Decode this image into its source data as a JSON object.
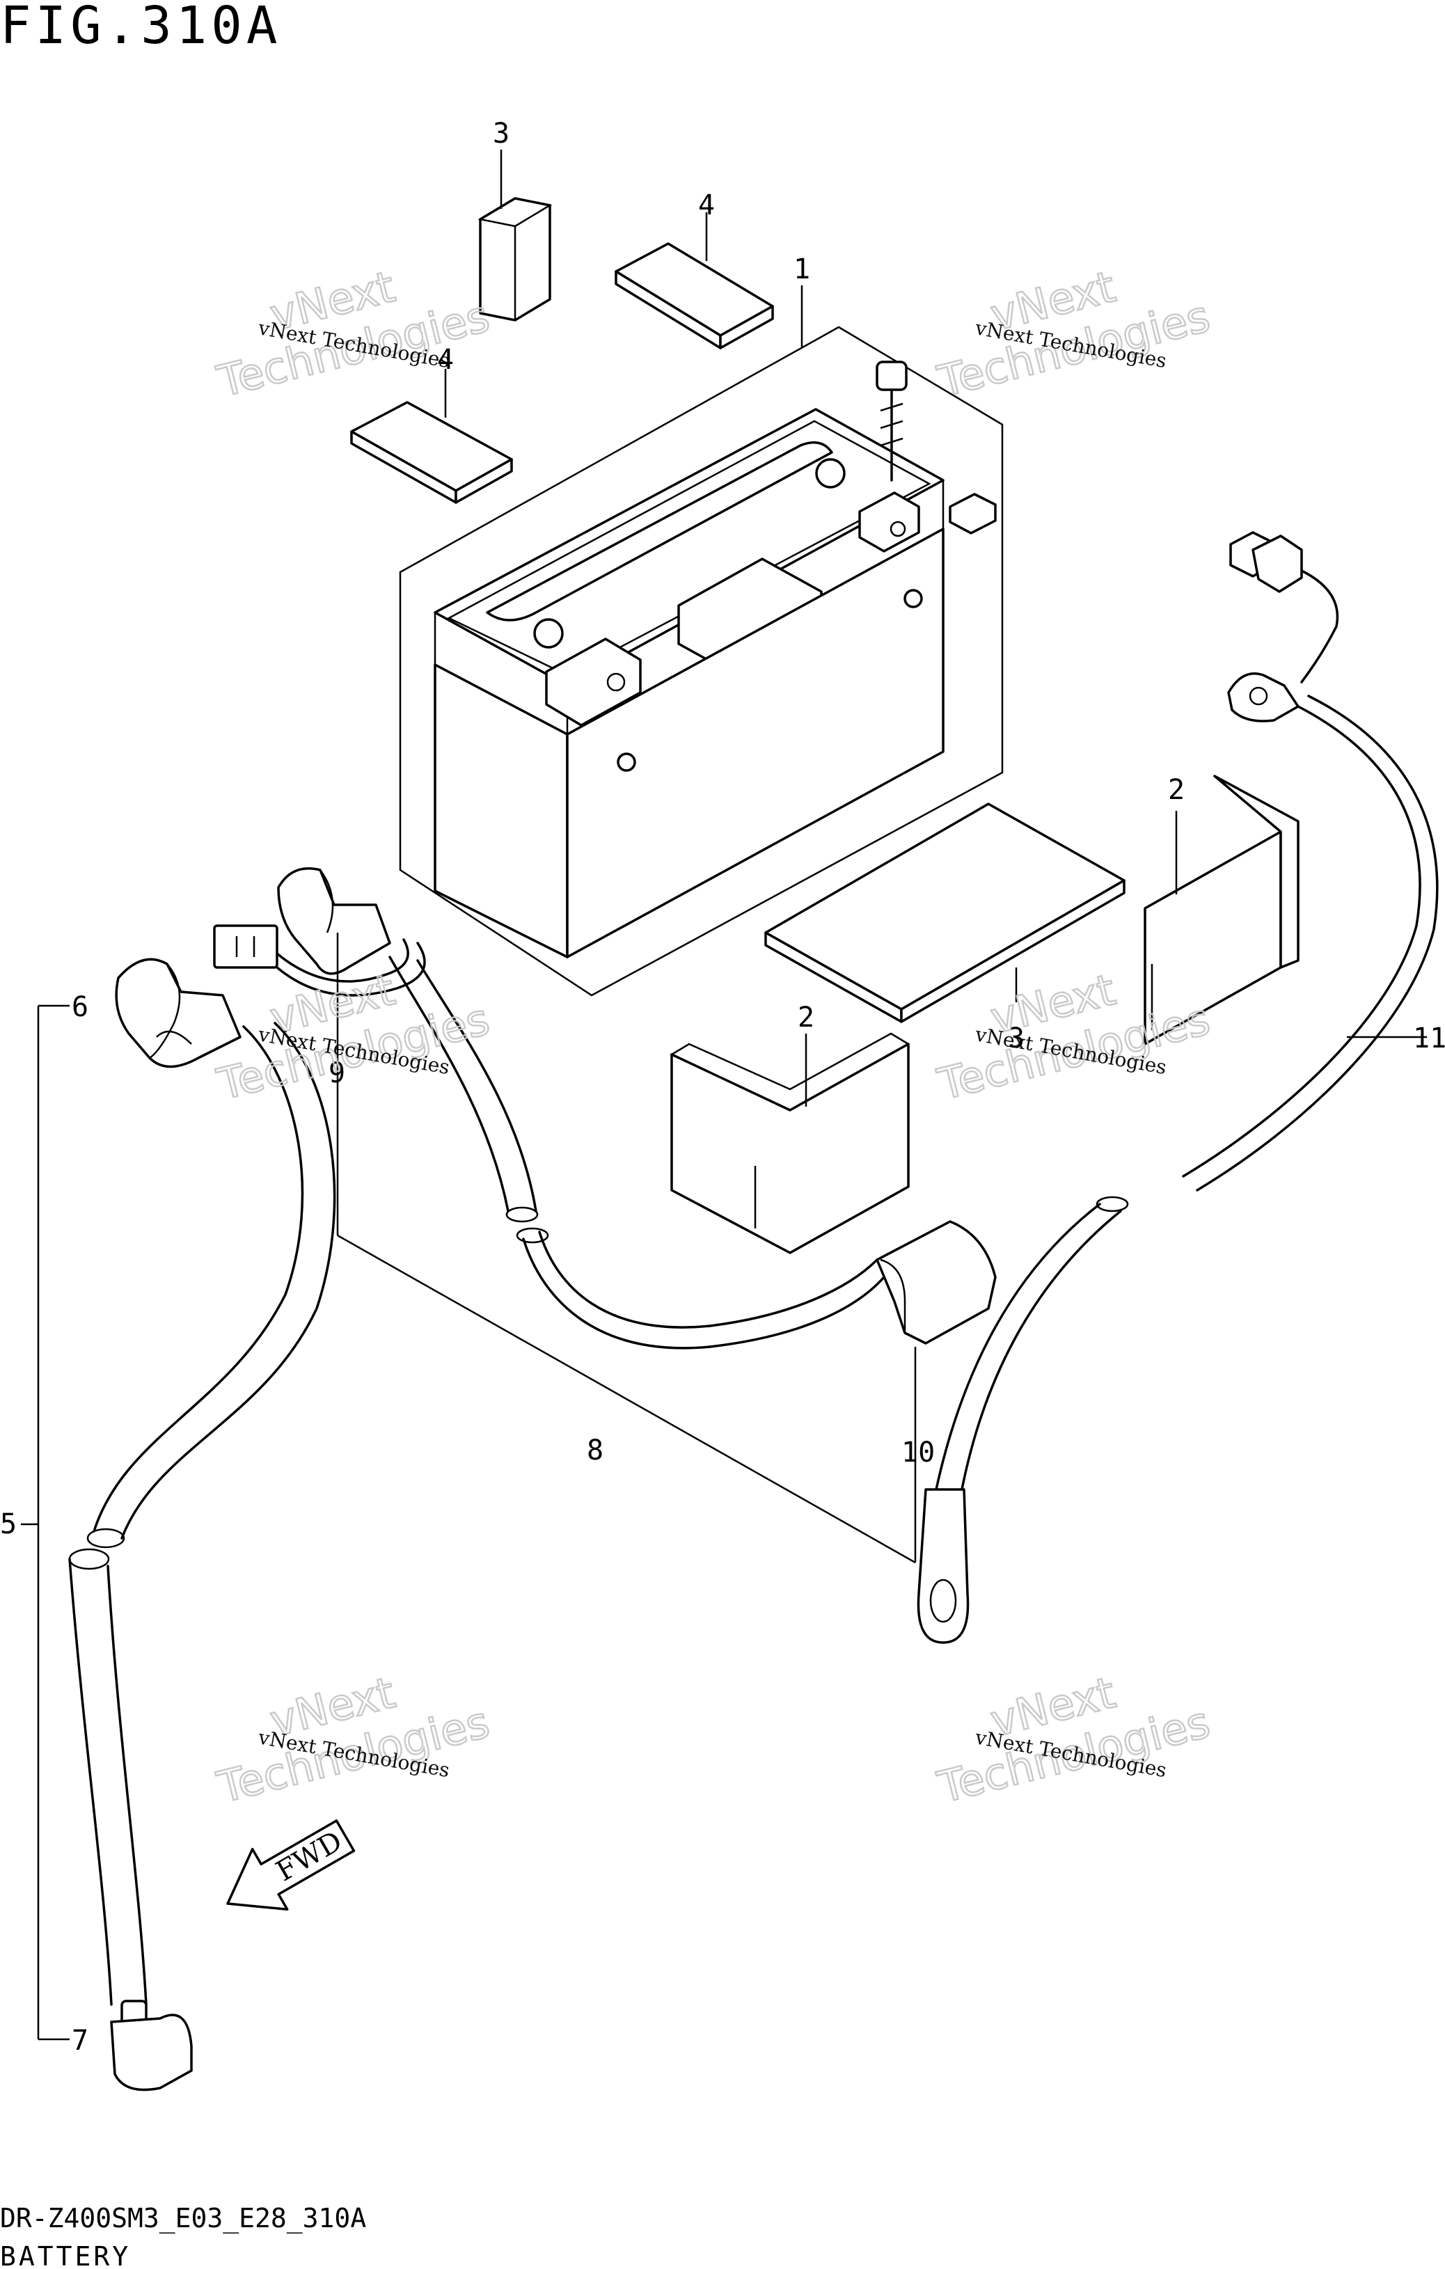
{
  "figure_title": "FIG.310A",
  "model_code": "DR-Z400SM3_E03_E28_310A",
  "section_name": "BATTERY",
  "watermark": {
    "small_text": "vNext Technologies",
    "big_line1": "vNext",
    "big_line2": "Technologies"
  },
  "fwd_label": "FWD",
  "callouts": {
    "c1": "1",
    "c2a": "2",
    "c2b": "2",
    "c3": "3",
    "c3b": "3",
    "c4a": "4",
    "c4b": "4",
    "c5": "5",
    "c6": "6",
    "c7": "7",
    "c8": "8",
    "c9": "9",
    "c10": "10",
    "c11": "11"
  },
  "colors": {
    "line": "#000000",
    "background": "#ffffff",
    "watermark": "#c8c8c8"
  }
}
